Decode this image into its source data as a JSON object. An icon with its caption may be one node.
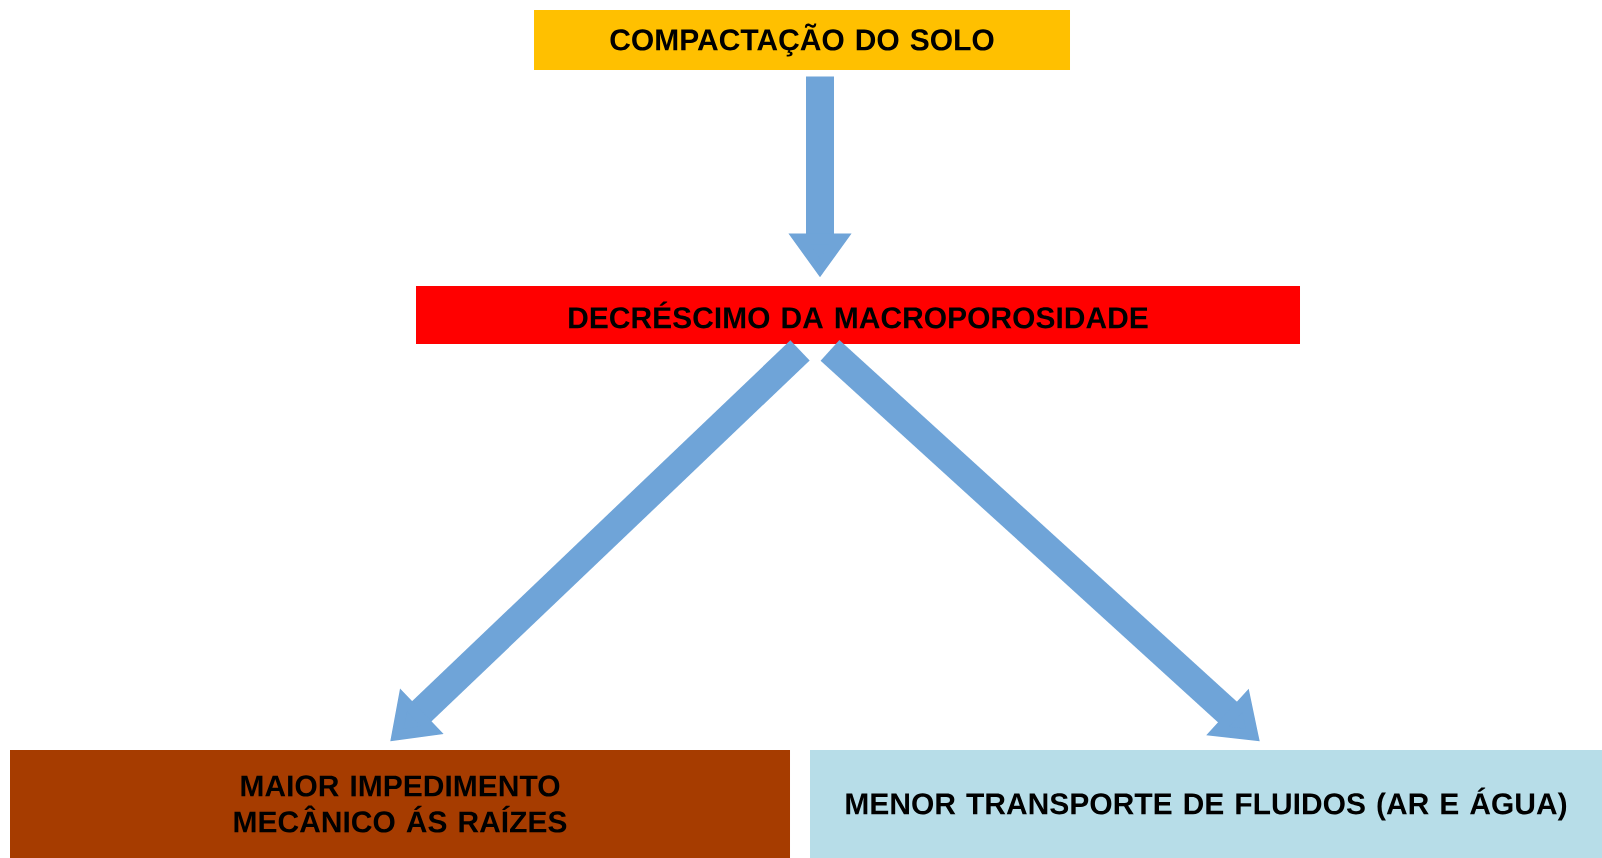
{
  "diagram": {
    "nodes": [
      {
        "text": [
          "COMPACTAÇÃO DO SOLO"
        ]
      },
      {
        "text": [
          "DECRÉSCIMO DA MACROPOROSIDADE"
        ]
      },
      {
        "text": [
          "MAIOR IMPEDIMENTO MECÂNICO ÁS RAÍZES"
        ]
      },
      {
        "text": [
          "MENOR TRANSPORTE DE FLUIDOS (AR E ÁGUA)"
        ]
      }
    ],
    "edges": [
      {
        "from": 0,
        "to": 1,
        "arrow": "to"
      },
      {
        "from": 1,
        "to": 2,
        "arrow": "to"
      },
      {
        "from": 1,
        "to": 3,
        "arrow": "to"
      }
    ]
  }
}
